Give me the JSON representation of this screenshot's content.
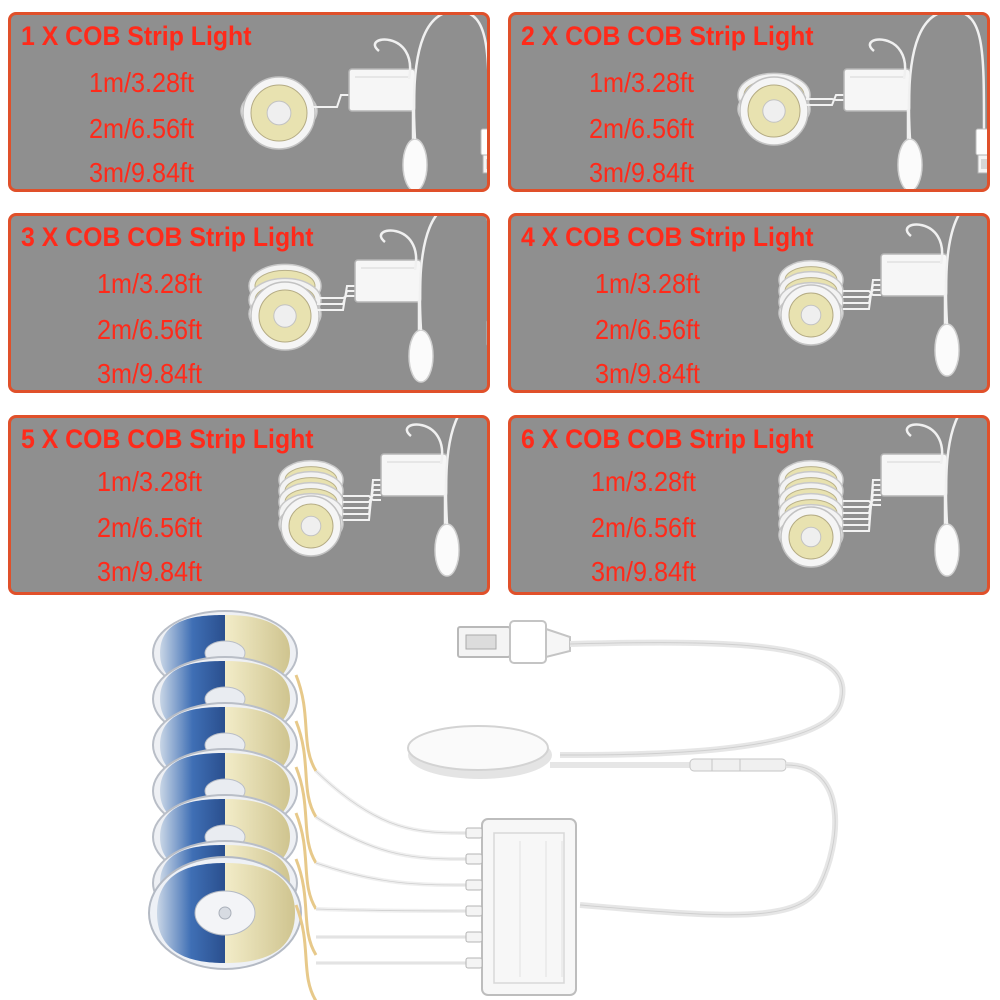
{
  "colors": {
    "panel_bg": "#8f8f8f",
    "panel_border": "#e0502a",
    "text_red": "#ff2a1a",
    "strip_warm": "#e8e2b0",
    "strip_cool": "#3f6fb5"
  },
  "panels": [
    {
      "title": "1 X COB Strip Light",
      "reels": 1,
      "lengths": [
        "1m/3.28ft",
        "2m/6.56ft",
        "3m/9.84ft"
      ]
    },
    {
      "title": "2 X COB COB Strip Light",
      "reels": 2,
      "lengths": [
        "1m/3.28ft",
        "2m/6.56ft",
        "3m/9.84ft"
      ]
    },
    {
      "title": "3 X COB COB Strip Light",
      "reels": 3,
      "lengths": [
        "1m/3.28ft",
        "2m/6.56ft",
        "3m/9.84ft"
      ]
    },
    {
      "title": "4 X COB COB Strip Light",
      "reels": 4,
      "lengths": [
        "1m/3.28ft",
        "2m/6.56ft",
        "3m/9.84ft"
      ]
    },
    {
      "title": "5 X COB COB Strip Light",
      "reels": 5,
      "lengths": [
        "1m/3.28ft",
        "2m/6.56ft",
        "3m/9.84ft"
      ]
    },
    {
      "title": "6 X COB COB Strip Light",
      "reels": 6,
      "lengths": [
        "1m/3.28ft",
        "2m/6.56ft",
        "3m/9.84ft"
      ]
    }
  ],
  "product": {
    "reel_count": 6,
    "icons": [
      "usb-plug-icon",
      "touch-dimmer-icon",
      "splitter-box-icon",
      "led-reel-icon"
    ]
  }
}
